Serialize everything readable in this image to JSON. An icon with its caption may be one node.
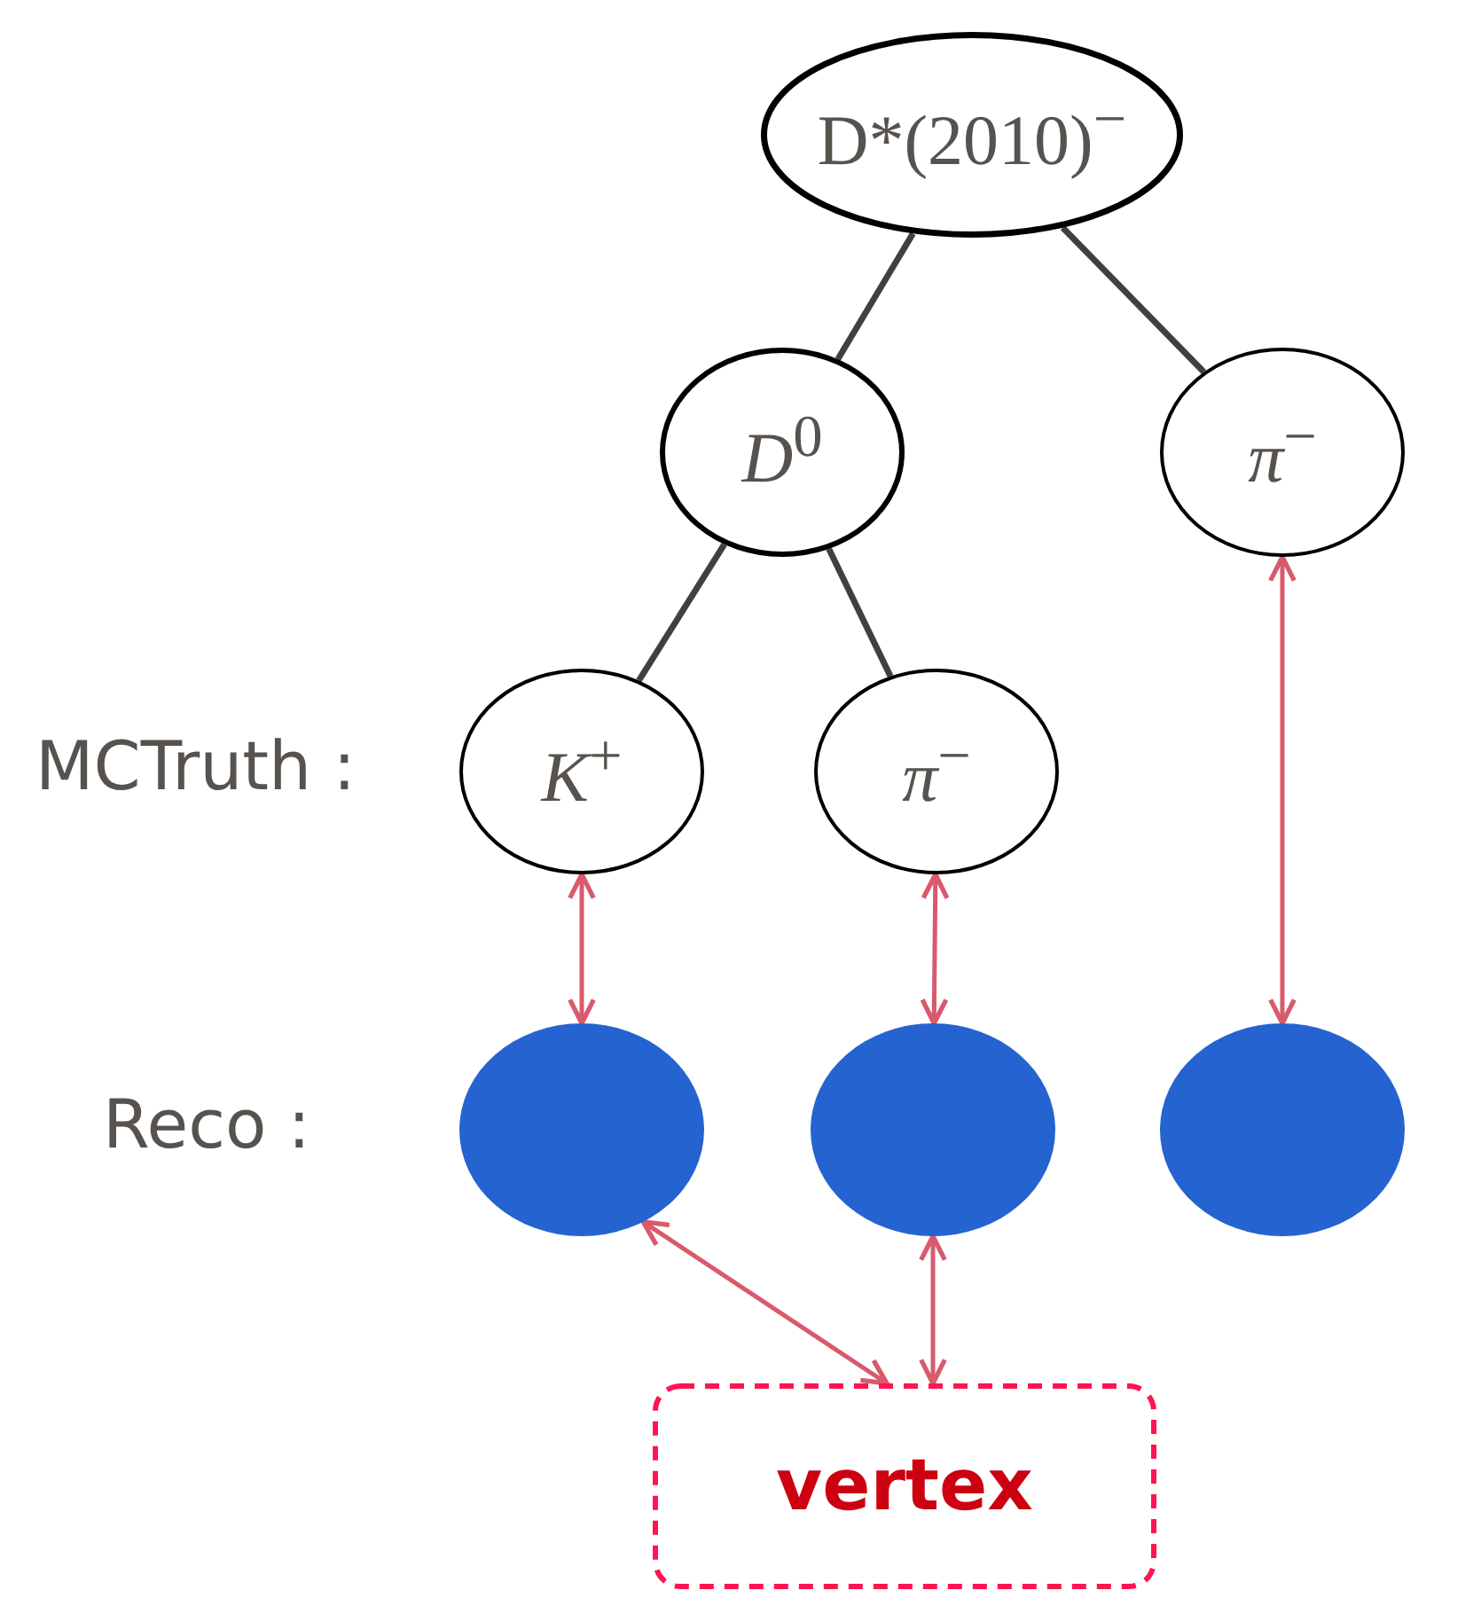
{
  "diagram": {
    "nodes": [
      {
        "text": [
          "D*(2010)$^{−}$"
        ]
      },
      {
        "text": [
          "*D*$^{0}$"
        ]
      },
      {
        "text": [
          "*π*$^{−}$"
        ]
      },
      {
        "text": [
          "*K*$^{+}$"
        ]
      },
      {
        "text": [
          "*π*$^{−}$"
        ]
      },
      {
        "text": [],
        "shape": "circle"
      },
      {
        "text": [],
        "shape": "circle"
      },
      {
        "text": [],
        "shape": "circle"
      },
      {
        "text": [
          "vertex"
        ]
      }
    ],
    "edges": [
      {
        "from": 0,
        "to": 1,
        "arrow": "none",
        "color": "#404040"
      },
      {
        "from": 0,
        "to": 2,
        "arrow": "none",
        "color": "#404040"
      },
      {
        "from": 1,
        "to": 3,
        "arrow": "none",
        "color": "#404040"
      },
      {
        "from": 1,
        "to": 4,
        "arrow": "none",
        "color": "#404040"
      },
      {
        "from": 3,
        "to": 5,
        "arrow": "both"
      },
      {
        "from": 4,
        "to": 6,
        "arrow": "both"
      },
      {
        "from": 2,
        "to": 7,
        "arrow": "both"
      },
      {
        "from": 5,
        "to": 8,
        "arrow": "both"
      },
      {
        "from": 6,
        "to": 8,
        "arrow": "both"
      }
    ],
    "labels": [
      "MCTruth :",
      "Reco :"
    ]
  }
}
